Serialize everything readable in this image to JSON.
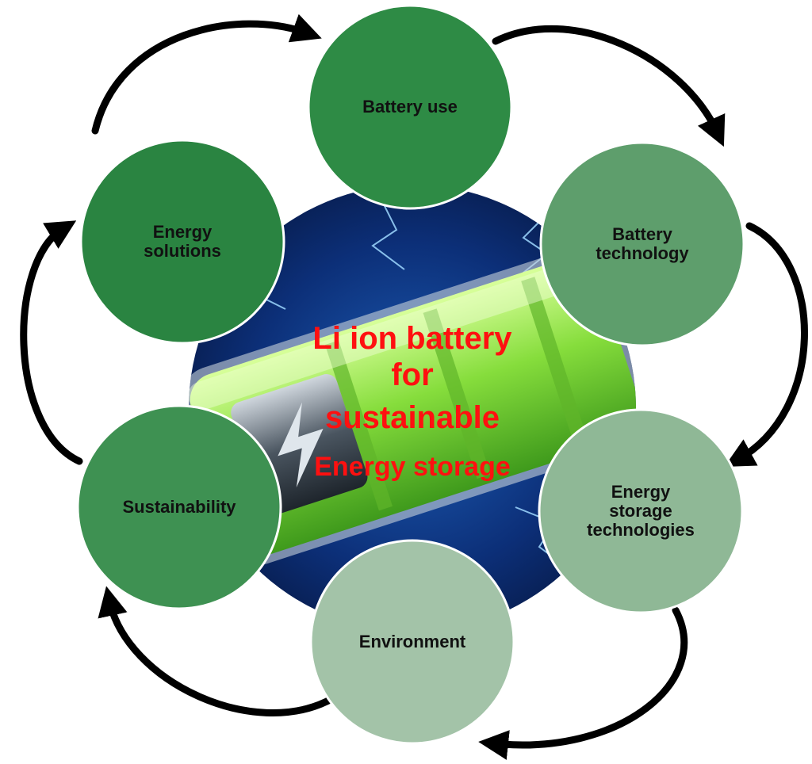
{
  "center": {
    "lines": [
      "Li ion battery",
      "for",
      "sustainable",
      "Energy storage"
    ]
  },
  "nodes": [
    {
      "id": "battery-use",
      "lines": [
        "Battery use"
      ],
      "color": "#2e8b45"
    },
    {
      "id": "battery-technology",
      "lines": [
        "Battery",
        "technology"
      ],
      "color": "#5e9e6c"
    },
    {
      "id": "energy-storage-technologies",
      "lines": [
        "Energy",
        "storage",
        "technologies"
      ],
      "color": "#8fb896"
    },
    {
      "id": "environment",
      "lines": [
        "Environment"
      ],
      "color": "#a3c3a8"
    },
    {
      "id": "sustainability",
      "lines": [
        "Sustainability"
      ],
      "color": "#3e9152"
    },
    {
      "id": "energy-solutions",
      "lines": [
        "Energy",
        "solutions"
      ],
      "color": "#2a8441"
    }
  ],
  "colors": {
    "arrow": "#000000",
    "center_text": "#ff1010",
    "battery_green": "#7dd63a",
    "background_blue": "#0b2a6b"
  }
}
